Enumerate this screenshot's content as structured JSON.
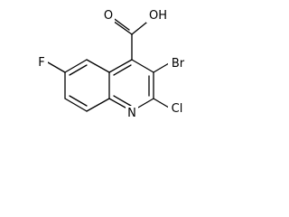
{
  "molecule": {
    "atoms": {
      "oh": "OH",
      "o": "O",
      "br": "Br",
      "cl": "Cl",
      "n": "N",
      "f": "F"
    },
    "colors": {
      "bond": "#000000",
      "label": "#000000",
      "background": "#ffffff"
    }
  }
}
